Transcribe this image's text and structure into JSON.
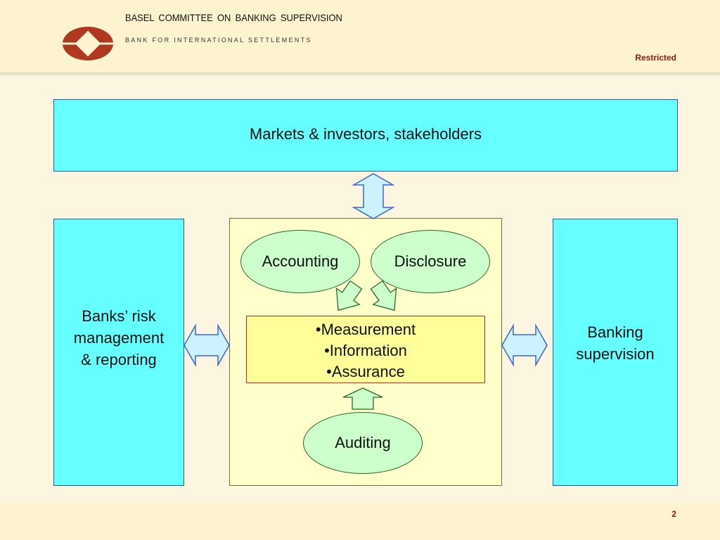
{
  "header": {
    "org_title": "BASEL  COMMITTEE  ON  BANKING  SUPERVISION",
    "org_subtitle": "BANK FOR INTERNATIONAL SETTLEMENTS",
    "classification": "Restricted"
  },
  "diagram": {
    "markets": "Markets & investors, stakeholders",
    "banks_lines": [
      "Banks’ risk",
      "management",
      "& reporting"
    ],
    "supervision_lines": [
      "Banking",
      "supervision"
    ],
    "accounting": "Accounting",
    "disclosure": "Disclosure",
    "core_items": [
      "•Measurement",
      "•Information",
      "•Assurance"
    ],
    "auditing": "Auditing"
  },
  "colors": {
    "cyan_box": "#66ffff",
    "center_panel": "#ffffcc",
    "core_box": "#ffff99",
    "ellipse_fill": "#ccffcc",
    "double_arrow_fill": "#ccf2ff",
    "green_arrow_fill": "#ccffcc",
    "accent_red": "#8b1a10"
  },
  "icons": {
    "logo": "bis-diamond-logo-icon"
  },
  "footer": {
    "page_number": "2"
  }
}
